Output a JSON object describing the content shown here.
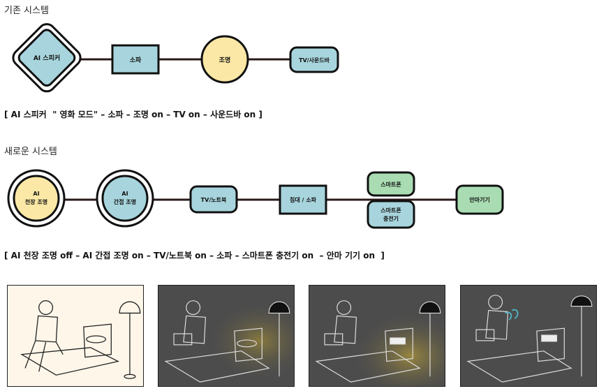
{
  "legacy": {
    "title": "기존 시스템",
    "nodes": [
      "AI 스피커",
      "소파",
      "조명",
      "TV/사운드바"
    ],
    "caption": "[ AI 스피커  \" 영화 모드\" – 소파 – 조명 on – TV on – 사운드바 on ]"
  },
  "new_system": {
    "title": "새로운 시스템",
    "nodes": [
      "AI",
      "천장 조명",
      "AI",
      "간접 조명",
      "TV/노트북",
      "침대 / 소파",
      "스마트폰",
      "스마트폰",
      "충전기",
      "안마기기"
    ],
    "caption": "[ AI 천장 조명 off – AI 간접 조명 on – TV/노트북 on – 소파 – 스마트폰 충전기 on  – 안마 기기 on  ]"
  },
  "colors": {
    "blue": "#a8d5dd",
    "yellow": "#fbe8a6",
    "green": "#a9dcb2",
    "dark_panel": "#4c4c4c",
    "light_panel": "#fdf6e9"
  }
}
